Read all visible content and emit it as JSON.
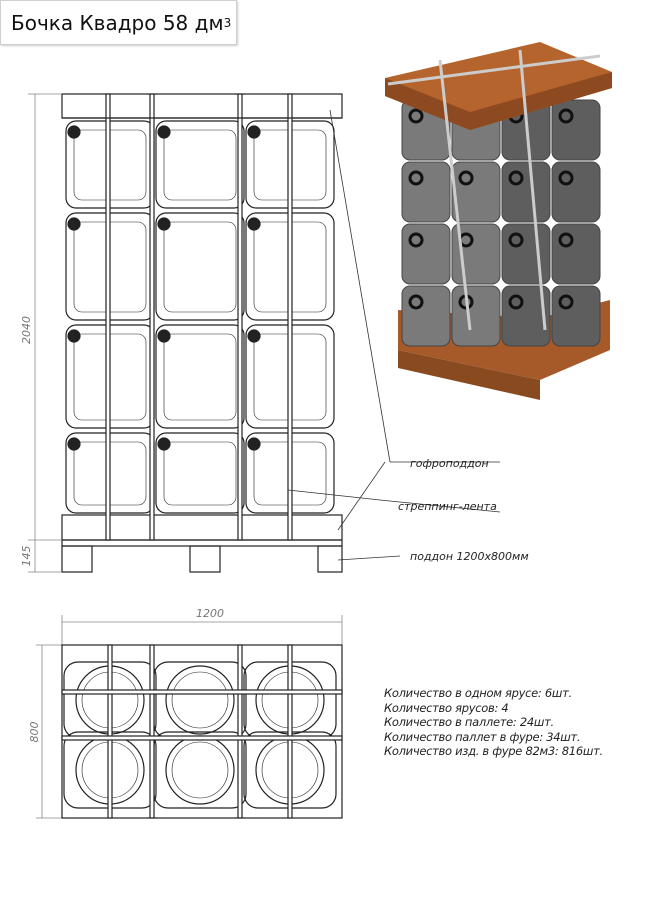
{
  "title": {
    "text": "Бочка Квадро 58 дм",
    "superscript": "3"
  },
  "dimensions": {
    "height": "2040",
    "pallet_height": "145",
    "width": "1200",
    "depth": "800"
  },
  "labels": {
    "corrugated": "гофроподдон",
    "strapping": "стреппинг-лента",
    "pallet": "поддон 1200х800мм"
  },
  "info": [
    "Количество в одном ярусе: 6шт.",
    "Количество ярусов: 4",
    "Количество в паллете: 24шт.",
    "Количество паллет в фуре: 34шт.",
    "Количество изд. в фуре 82м3: 816шт."
  ],
  "colors": {
    "wood": "#b5642e",
    "canister": "#6e6e6e",
    "line": "#222222"
  }
}
